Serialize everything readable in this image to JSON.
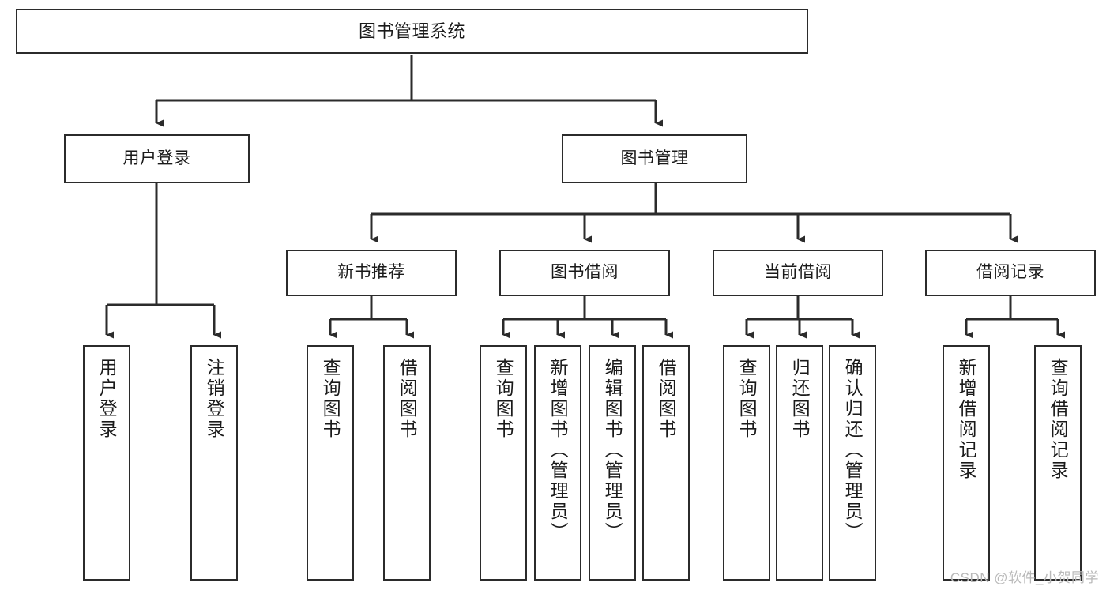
{
  "diagram": {
    "title": "图书管理系统",
    "type": "tree",
    "stroke_color": "#2b2b2b",
    "fill_color": "#ffffff",
    "text_color": "#1a1a1a",
    "watermark": "CSDN @软件_小贺同学",
    "levels": {
      "level1": {
        "label": "图书管理系统"
      },
      "level2": [
        {
          "label": "用户登录"
        },
        {
          "label": "图书管理"
        }
      ],
      "level3": [
        {
          "label": "新书推荐"
        },
        {
          "label": "图书借阅"
        },
        {
          "label": "当前借阅"
        },
        {
          "label": "借阅记录"
        }
      ],
      "leaves": {
        "user_login": [
          {
            "label": "用户登录"
          },
          {
            "label": "注销登录"
          }
        ],
        "new_book_recommend": [
          {
            "label": "查询图书"
          },
          {
            "label": "借阅图书"
          }
        ],
        "book_borrow": [
          {
            "label": "查询图书"
          },
          {
            "label": "新增图书（管理员）"
          },
          {
            "label": "编辑图书（管理员）"
          },
          {
            "label": "借阅图书"
          }
        ],
        "current_borrow": [
          {
            "label": "查询图书"
          },
          {
            "label": "归还图书"
          },
          {
            "label": "确认归还（管理员）"
          }
        ],
        "borrow_record": [
          {
            "label": "新增借阅记录"
          },
          {
            "label": "查询借阅记录"
          }
        ]
      }
    }
  }
}
